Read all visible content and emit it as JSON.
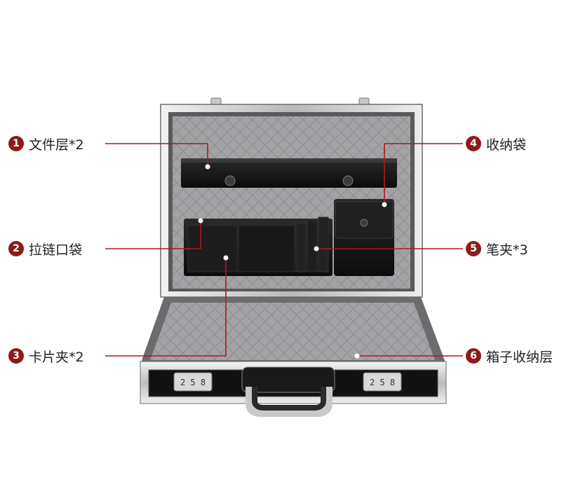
{
  "callouts": [
    {
      "num": "1",
      "label": "文件层*2"
    },
    {
      "num": "2",
      "label": "拉链口袋"
    },
    {
      "num": "3",
      "label": "卡片夹*2"
    },
    {
      "num": "4",
      "label": "收纳袋"
    },
    {
      "num": "5",
      "label": "笔夹*3"
    },
    {
      "num": "6",
      "label": "箱子收纳层"
    }
  ],
  "colors": {
    "accent": "#8e1b1b",
    "leader_line": "#b3161c",
    "case_lining": "#a9a9ab",
    "frame_metal": "#d9d9db",
    "leather": "#151515"
  },
  "combination_locks": {
    "left": "2 5 8",
    "right": "2 5 8"
  }
}
